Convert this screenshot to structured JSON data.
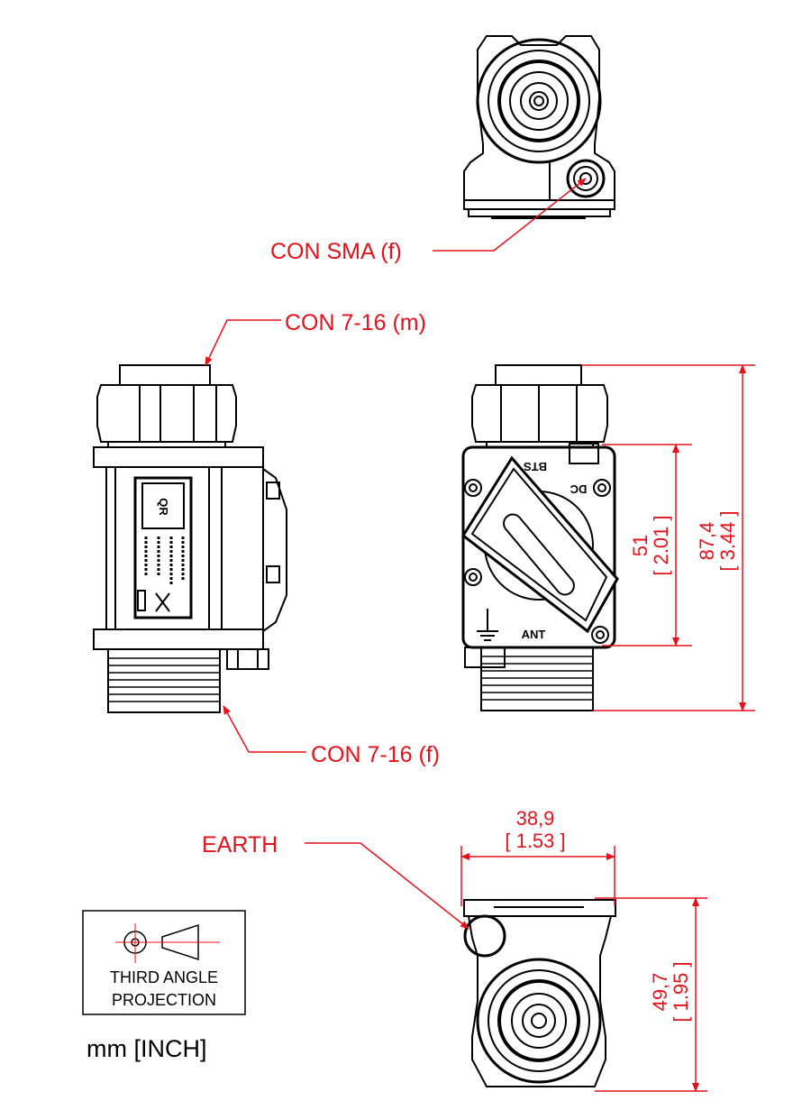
{
  "colors": {
    "line": "#000000",
    "annotation": "#e3121b",
    "background": "#ffffff"
  },
  "labels": {
    "con_sma": "CON SMA (f)",
    "con_716_m": "CON 7-16 (m)",
    "con_716_f": "CON 7-16 (f)",
    "earth": "EARTH"
  },
  "markings": {
    "bts": "BTS",
    "dc": "DC",
    "ant": "ANT",
    "qr": "QR"
  },
  "dimensions": {
    "body_height": {
      "mm": "51",
      "inch": "[ 2.01 ]"
    },
    "overall_height": {
      "mm": "87,4",
      "inch": "[ 3.44 ]"
    },
    "width": {
      "mm": "38,9",
      "inch": "[ 1.53 ]"
    },
    "depth": {
      "mm": "49,7",
      "inch": "[ 1.95 ]"
    }
  },
  "projection_box": {
    "line1": "THIRD ANGLE",
    "line2": "PROJECTION"
  },
  "units": "mm [INCH]",
  "icons": [
    "earth-ground-icon",
    "third-angle-projection-icon",
    "crossed-bin-icon"
  ]
}
